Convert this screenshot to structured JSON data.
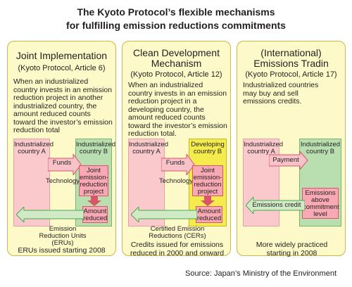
{
  "title": {
    "line1": "The Kyoto Protocol’s flexible mechanisms",
    "line2": "for fulfilling emission reductions commitments"
  },
  "panels": {
    "ji": {
      "heading": "Joint Implementation",
      "subheading": "(Kyoto Protocol, Article 6)",
      "description": "When an industrialized country invests in an emission reduction project in another industrialized country, the amount reduced counts toward the investor’s emission reduction total",
      "country_a": "Industrialized country A",
      "country_b": "Industrialized country B",
      "arrow_top": "Funds",
      "arrow_bottom": "Technology",
      "project": "Joint emission-reduction project",
      "reduced": "Amount reduced",
      "credit_label": "Emission Reduction Units (ERUs)",
      "footer": "ERUs issued starting 2008"
    },
    "cdm": {
      "heading_line1": "Clean Development",
      "heading_line2": "Mechanism",
      "subheading": "(Kyoto Protocol, Article 12)",
      "description": "When an industrialized country invests in an emission reduction project in a developing country, the amount reduced counts toward the investor’s emission reduction total.",
      "country_a": "Industrialized country A",
      "country_b": "Developing country B",
      "arrow_top": "Funds",
      "arrow_bottom": "Technology",
      "project": "Joint emission-reduction project",
      "reduced": "Amount reduced",
      "credit_label": "Certified Emission Reductions (CERs)",
      "footer": "Credits issued for emissions reduced in 2000 and onward"
    },
    "et": {
      "heading_line1": "(International)",
      "heading_line2": "Emissions Tradin",
      "subheading": "(Kyoto Protocol, Article 17)",
      "description": "Industrialized countries may buy and sell emissions credits.",
      "country_a": "Industrialized country A",
      "country_b": "Industrialized country B",
      "arrow_top": "Payment",
      "credit_label": "Emissions credit",
      "excess": "Emissions above commitment level",
      "footer": "More widely practiced starting in 2008"
    }
  },
  "source": "Source: Japan’s Ministry of the Environment",
  "colors": {
    "panel_bg": "#fdf9c8",
    "panel_border": "#c9b84a",
    "country_a": "#f9c9cc",
    "country_b_green": "#b9dfb0",
    "country_b_yellow": "#f4ec4c",
    "chip": "#f9a9b3",
    "arrow_pink": "#f7c3c9",
    "arrow_green": "#cfeac4",
    "arrow_green_dark": "#4fa64f",
    "arrow_red": "#d9556a"
  }
}
